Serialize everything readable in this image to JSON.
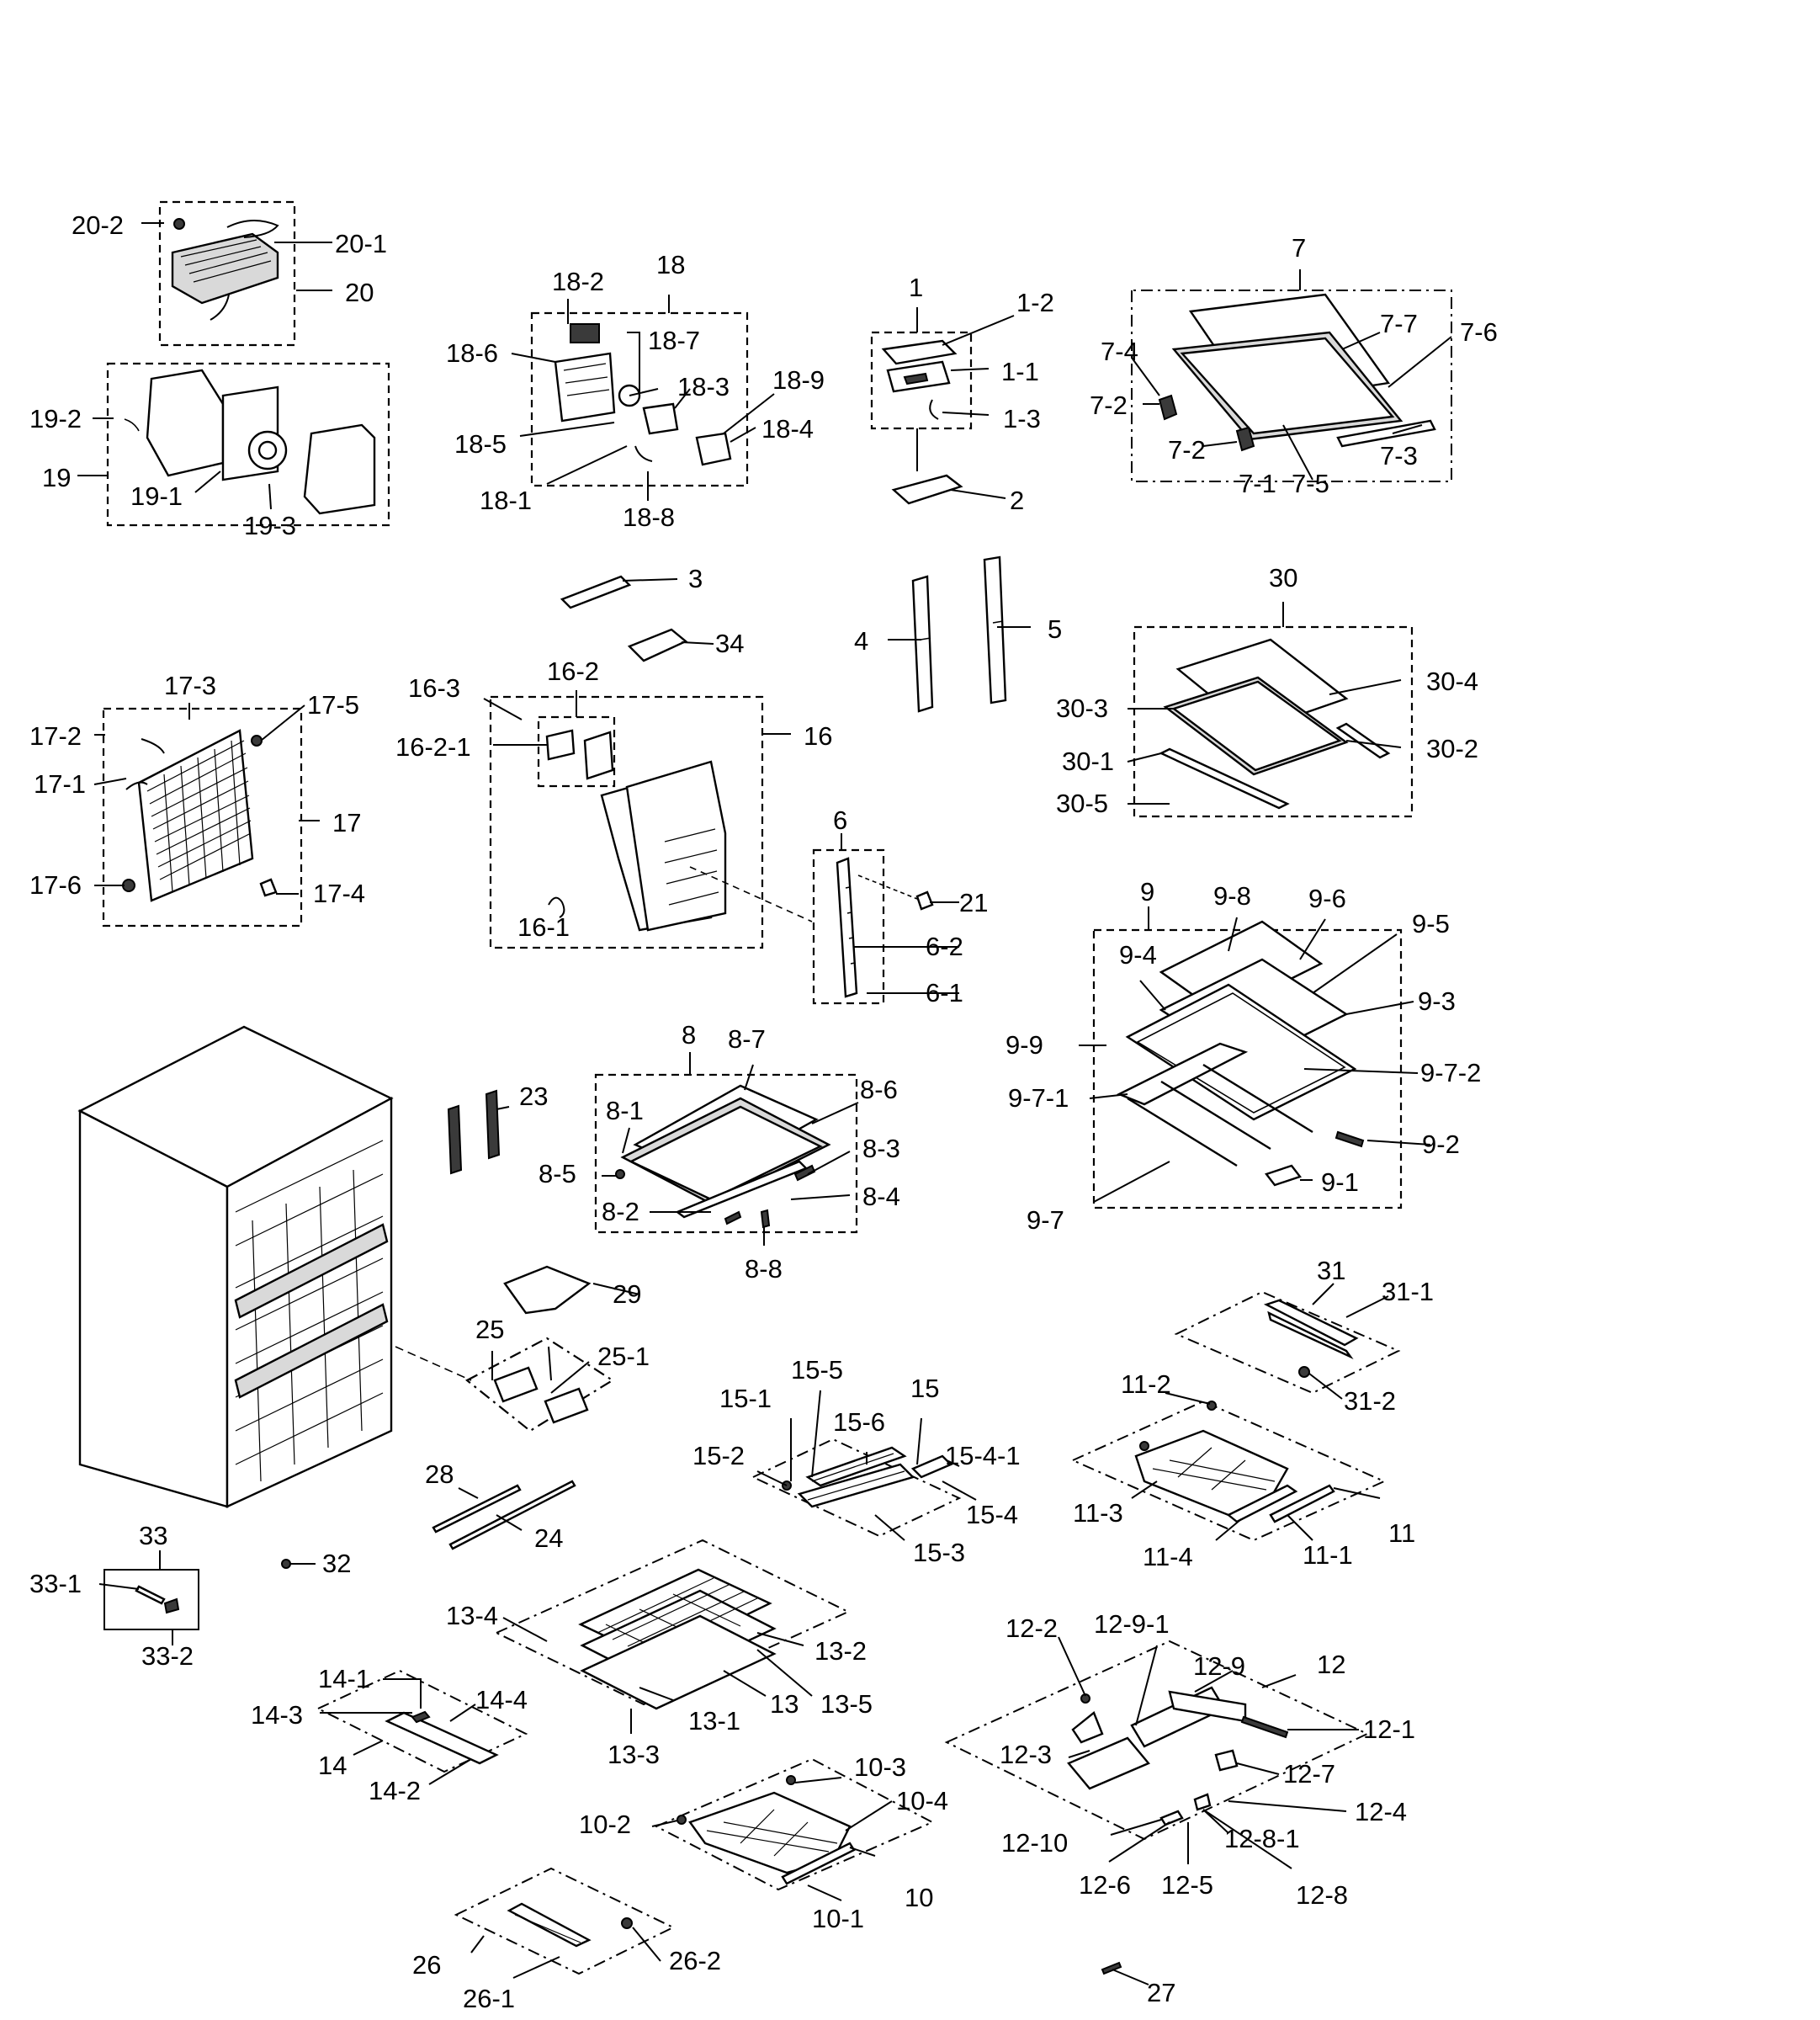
{
  "labels": [
    {
      "id": "20-2",
      "text": "20-2"
    },
    {
      "id": "20-1",
      "text": "20-1"
    },
    {
      "id": "20",
      "text": "20"
    },
    {
      "id": "19-2",
      "text": "19-2"
    },
    {
      "id": "19",
      "text": "19"
    },
    {
      "id": "19-1",
      "text": "19-1"
    },
    {
      "id": "19-3",
      "text": "19-3"
    },
    {
      "id": "18-2",
      "text": "18-2"
    },
    {
      "id": "18",
      "text": "18"
    },
    {
      "id": "18-6",
      "text": "18-6"
    },
    {
      "id": "18-7",
      "text": "18-7"
    },
    {
      "id": "18-3",
      "text": "18-3"
    },
    {
      "id": "18-9",
      "text": "18-9"
    },
    {
      "id": "18-4",
      "text": "18-4"
    },
    {
      "id": "18-5",
      "text": "18-5"
    },
    {
      "id": "18-1",
      "text": "18-1"
    },
    {
      "id": "18-8",
      "text": "18-8"
    },
    {
      "id": "1",
      "text": "1"
    },
    {
      "id": "1-2",
      "text": "1-2"
    },
    {
      "id": "1-1",
      "text": "1-1"
    },
    {
      "id": "1-3",
      "text": "1-3"
    },
    {
      "id": "2",
      "text": "2"
    },
    {
      "id": "7",
      "text": "7"
    },
    {
      "id": "7-7",
      "text": "7-7"
    },
    {
      "id": "7-6",
      "text": "7-6"
    },
    {
      "id": "7-4",
      "text": "7-4"
    },
    {
      "id": "7-2a",
      "text": "7-2"
    },
    {
      "id": "7-2b",
      "text": "7-2"
    },
    {
      "id": "7-3",
      "text": "7-3"
    },
    {
      "id": "7-1",
      "text": "7-1"
    },
    {
      "id": "7-5",
      "text": "7-5"
    },
    {
      "id": "3",
      "text": "3"
    },
    {
      "id": "34",
      "text": "34"
    },
    {
      "id": "4",
      "text": "4"
    },
    {
      "id": "5",
      "text": "5"
    },
    {
      "id": "30",
      "text": "30"
    },
    {
      "id": "30-4",
      "text": "30-4"
    },
    {
      "id": "30-3",
      "text": "30-3"
    },
    {
      "id": "30-2",
      "text": "30-2"
    },
    {
      "id": "30-1",
      "text": "30-1"
    },
    {
      "id": "30-5",
      "text": "30-5"
    },
    {
      "id": "17-3",
      "text": "17-3"
    },
    {
      "id": "17-5",
      "text": "17-5"
    },
    {
      "id": "17-2",
      "text": "17-2"
    },
    {
      "id": "17-1",
      "text": "17-1"
    },
    {
      "id": "17",
      "text": "17"
    },
    {
      "id": "17-6",
      "text": "17-6"
    },
    {
      "id": "17-4",
      "text": "17-4"
    },
    {
      "id": "16-3",
      "text": "16-3"
    },
    {
      "id": "16-2",
      "text": "16-2"
    },
    {
      "id": "16-2-1",
      "text": "16-2-1"
    },
    {
      "id": "16",
      "text": "16"
    },
    {
      "id": "16-1",
      "text": "16-1"
    },
    {
      "id": "6",
      "text": "6"
    },
    {
      "id": "21",
      "text": "21"
    },
    {
      "id": "6-2",
      "text": "6-2"
    },
    {
      "id": "6-1",
      "text": "6-1"
    },
    {
      "id": "9",
      "text": "9"
    },
    {
      "id": "9-8",
      "text": "9-8"
    },
    {
      "id": "9-6",
      "text": "9-6"
    },
    {
      "id": "9-5",
      "text": "9-5"
    },
    {
      "id": "9-4",
      "text": "9-4"
    },
    {
      "id": "9-3",
      "text": "9-3"
    },
    {
      "id": "9-9",
      "text": "9-9"
    },
    {
      "id": "9-7-2",
      "text": "9-7-2"
    },
    {
      "id": "9-7-1",
      "text": "9-7-1"
    },
    {
      "id": "9-2",
      "text": "9-2"
    },
    {
      "id": "9-1",
      "text": "9-1"
    },
    {
      "id": "9-7",
      "text": "9-7"
    },
    {
      "id": "8",
      "text": "8"
    },
    {
      "id": "8-7",
      "text": "8-7"
    },
    {
      "id": "8-6",
      "text": "8-6"
    },
    {
      "id": "8-1",
      "text": "8-1"
    },
    {
      "id": "8-3",
      "text": "8-3"
    },
    {
      "id": "8-5",
      "text": "8-5"
    },
    {
      "id": "8-4",
      "text": "8-4"
    },
    {
      "id": "8-2",
      "text": "8-2"
    },
    {
      "id": "8-8",
      "text": "8-8"
    },
    {
      "id": "23",
      "text": "23"
    },
    {
      "id": "29",
      "text": "29"
    },
    {
      "id": "25",
      "text": "25"
    },
    {
      "id": "25-1",
      "text": "25-1"
    },
    {
      "id": "31",
      "text": "31"
    },
    {
      "id": "31-1",
      "text": "31-1"
    },
    {
      "id": "31-2",
      "text": "31-2"
    },
    {
      "id": "11-2",
      "text": "11-2"
    },
    {
      "id": "11-3",
      "text": "11-3"
    },
    {
      "id": "11",
      "text": "11"
    },
    {
      "id": "11-4",
      "text": "11-4"
    },
    {
      "id": "11-1",
      "text": "11-1"
    },
    {
      "id": "15-1",
      "text": "15-1"
    },
    {
      "id": "15-5",
      "text": "15-5"
    },
    {
      "id": "15",
      "text": "15"
    },
    {
      "id": "15-6",
      "text": "15-6"
    },
    {
      "id": "15-2",
      "text": "15-2"
    },
    {
      "id": "15-4-1",
      "text": "15-4-1"
    },
    {
      "id": "15-4",
      "text": "15-4"
    },
    {
      "id": "15-3",
      "text": "15-3"
    },
    {
      "id": "28",
      "text": "28"
    },
    {
      "id": "24",
      "text": "24"
    },
    {
      "id": "33",
      "text": "33"
    },
    {
      "id": "32",
      "text": "32"
    },
    {
      "id": "33-1",
      "text": "33-1"
    },
    {
      "id": "33-2",
      "text": "33-2"
    },
    {
      "id": "13-4",
      "text": "13-4"
    },
    {
      "id": "13-2",
      "text": "13-2"
    },
    {
      "id": "13",
      "text": "13"
    },
    {
      "id": "13-5",
      "text": "13-5"
    },
    {
      "id": "13-1",
      "text": "13-1"
    },
    {
      "id": "13-3",
      "text": "13-3"
    },
    {
      "id": "14-1",
      "text": "14-1"
    },
    {
      "id": "14-3",
      "text": "14-3"
    },
    {
      "id": "14-4",
      "text": "14-4"
    },
    {
      "id": "14",
      "text": "14"
    },
    {
      "id": "14-2",
      "text": "14-2"
    },
    {
      "id": "12-2",
      "text": "12-2"
    },
    {
      "id": "12-9-1",
      "text": "12-9-1"
    },
    {
      "id": "12-9",
      "text": "12-9"
    },
    {
      "id": "12",
      "text": "12"
    },
    {
      "id": "12-1",
      "text": "12-1"
    },
    {
      "id": "12-3",
      "text": "12-3"
    },
    {
      "id": "12-7",
      "text": "12-7"
    },
    {
      "id": "12-4",
      "text": "12-4"
    },
    {
      "id": "12-10",
      "text": "12-10"
    },
    {
      "id": "12-8-1",
      "text": "12-8-1"
    },
    {
      "id": "12-6",
      "text": "12-6"
    },
    {
      "id": "12-5",
      "text": "12-5"
    },
    {
      "id": "12-8",
      "text": "12-8"
    },
    {
      "id": "10-3",
      "text": "10-3"
    },
    {
      "id": "10-4",
      "text": "10-4"
    },
    {
      "id": "10-2",
      "text": "10-2"
    },
    {
      "id": "10",
      "text": "10"
    },
    {
      "id": "10-1",
      "text": "10-1"
    },
    {
      "id": "26",
      "text": "26"
    },
    {
      "id": "26-2",
      "text": "26-2"
    },
    {
      "id": "26-1",
      "text": "26-1"
    },
    {
      "id": "27",
      "text": "27"
    }
  ]
}
